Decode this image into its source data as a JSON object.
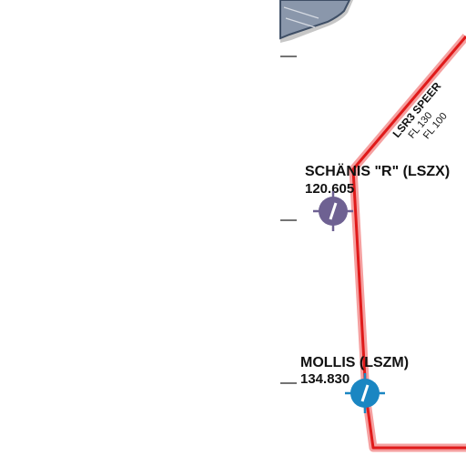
{
  "route": {
    "name": "LSR3 SPEER",
    "levels": [
      "FL 130",
      "FL 100"
    ]
  },
  "airfields": [
    {
      "name": "SCHÄNIS \"R\" (LSZX)",
      "frequency": "120.605",
      "symbol_color": "#6e6192"
    },
    {
      "name": "MOLLIS (LSZM)",
      "frequency": "134.830",
      "symbol_color": "#1a86c2"
    }
  ],
  "colors": {
    "route_line": "#e01a1a",
    "route_halo": "#f5a0a0",
    "lake_fill": "#8a97ab",
    "lake_outline": "#3f4f66"
  }
}
